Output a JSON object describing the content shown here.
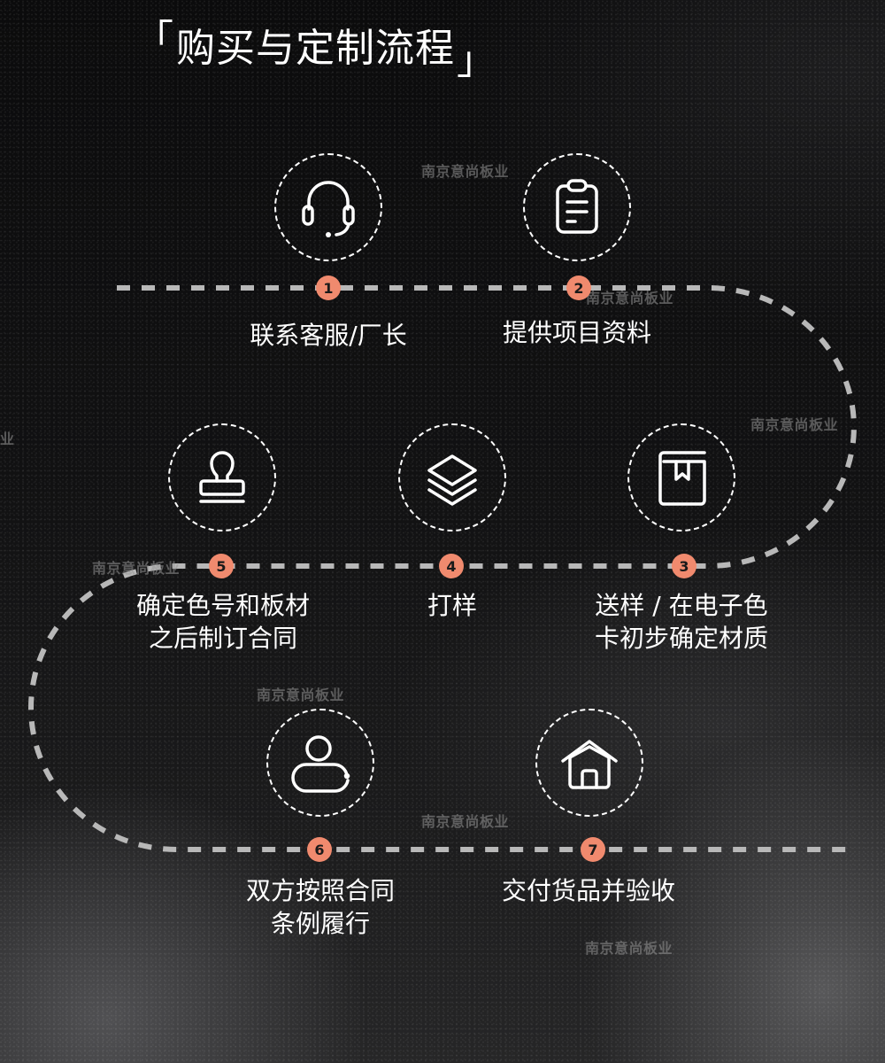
{
  "page": {
    "title": "购买与定制流程",
    "title_bracket_left": "「",
    "title_bracket_right": "」"
  },
  "colors": {
    "badge": "#F08A6E",
    "path_dash": "#B8B8B8",
    "icon_stroke": "#FFFFFF",
    "text": "#FFFFFF",
    "background": "#111112"
  },
  "steps": [
    {
      "number": "1",
      "icon": "headset-icon",
      "label_lines": [
        "联系客服/厂长"
      ]
    },
    {
      "number": "2",
      "icon": "clipboard-icon",
      "label_lines": [
        "提供项目资料"
      ]
    },
    {
      "number": "3",
      "icon": "bookmark-book-icon",
      "label_lines": [
        "送样 / 在电子色",
        "卡初步确定材质"
      ]
    },
    {
      "number": "4",
      "icon": "layers-icon",
      "label_lines": [
        "打样"
      ]
    },
    {
      "number": "5",
      "icon": "stamp-icon",
      "label_lines": [
        "确定色号和板材",
        "之后制订合同"
      ]
    },
    {
      "number": "6",
      "icon": "user-icon",
      "label_lines": [
        "双方按照合同",
        "条例履行"
      ]
    },
    {
      "number": "7",
      "icon": "house-icon",
      "label_lines": [
        "交付货品并验收"
      ]
    }
  ],
  "watermark": {
    "text": "南京意尚板业",
    "partial_left_text": "业"
  }
}
